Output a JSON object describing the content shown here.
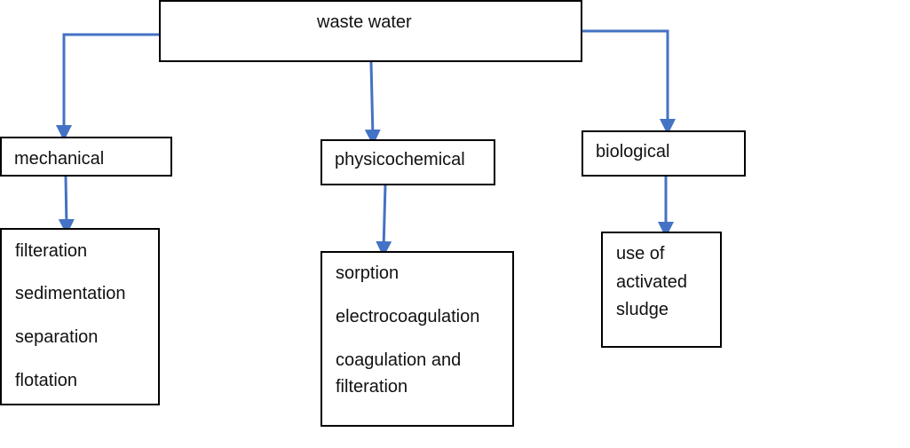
{
  "root": {
    "label": "waste water"
  },
  "categories": [
    {
      "label": "mechanical",
      "methods": [
        "filteration",
        "sedimentation",
        "separation",
        "flotation"
      ]
    },
    {
      "label": "physicochemical",
      "methods": [
        "sorption",
        "electrocoagulation",
        "coagulation and",
        "filteration"
      ]
    },
    {
      "label": "biological",
      "methods": [
        "use of",
        "activated",
        "sludge"
      ]
    }
  ],
  "colors": {
    "connector": "#4472C4",
    "border": "#000000"
  }
}
